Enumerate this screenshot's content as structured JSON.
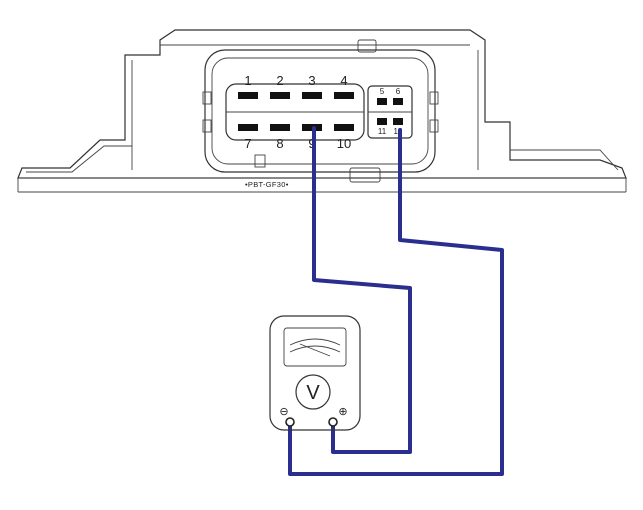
{
  "connector": {
    "material_label": "•PBT-GF30•",
    "pins_top": [
      "1",
      "2",
      "3",
      "4"
    ],
    "pins_bottom": [
      "7",
      "8",
      "9",
      "10"
    ],
    "pins_side_top": [
      "5",
      "6"
    ],
    "pins_side_bottom": [
      "11",
      "12"
    ]
  },
  "meter": {
    "label": "V",
    "negative_sign": "⊖",
    "positive_sign": "⊕"
  },
  "colors": {
    "wire": "#2a2f8f",
    "outline": "#333333"
  }
}
